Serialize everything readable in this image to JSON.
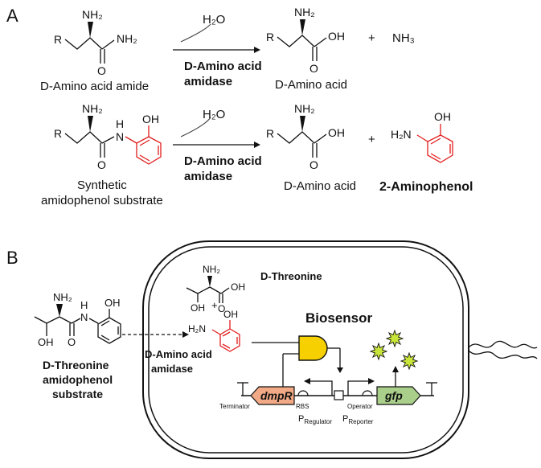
{
  "panelA": {
    "label": "A",
    "row1": {
      "reagent": "H₂O",
      "enzyme_line1": "D-Amino acid",
      "enzyme_line2": "amidase",
      "substrate_caption": "D-Amino acid amide",
      "product_caption": "D-Amino acid",
      "plus": "+",
      "byproduct": "NH₃"
    },
    "row2": {
      "reagent": "H₂O",
      "enzyme_line1": "D-Amino acid",
      "enzyme_line2": "amidase",
      "substrate_caption_line1": "Synthetic",
      "substrate_caption_line2": "amidophenol substrate",
      "product_caption": "D-Amino acid",
      "plus": "+",
      "byproduct_caption": "2-Aminophenol"
    },
    "atoms": {
      "R": "R",
      "NH2": "NH₂",
      "O": "O",
      "OH": "OH",
      "H": "H",
      "N": "N",
      "H2N": "H₂N"
    }
  },
  "panelB": {
    "label": "B",
    "substrate_line1": "D-Threonine",
    "substrate_line2": "amidophenol",
    "substrate_line3": "substrate",
    "product_name": "D-Threonine",
    "plus": "+",
    "enzyme_line1": "D-Amino acid",
    "enzyme_line2": "amidase",
    "title": "Biosensor",
    "genes": {
      "regulator": "dmpR",
      "reporter": "gfp"
    },
    "labels": {
      "terminator": "Terminator",
      "rbs": "RBS",
      "operator": "Operator",
      "p_regulator_main": "P",
      "p_regulator_sub": "Regulator",
      "p_reporter_main": "P",
      "p_reporter_sub": "Reporter"
    }
  },
  "colors": {
    "red": "#e21d1d",
    "blue": "#1a1acf",
    "dmpR_fill": "#f2a985",
    "gfp_fill": "#a9cf8a",
    "gate_fill": "#f6d000",
    "glow_fill": "#c8e63a"
  }
}
